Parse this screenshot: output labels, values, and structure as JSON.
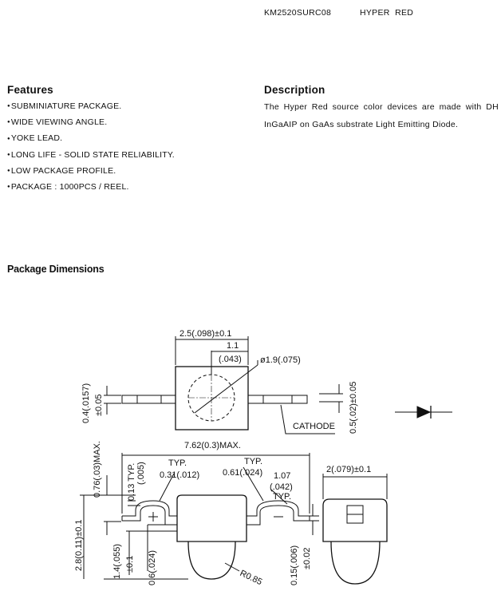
{
  "header": {
    "part_number": "KM2520SURC08",
    "color": "HYPER  RED"
  },
  "features": {
    "title": "Features",
    "items": [
      "SUBMINIATURE PACKAGE.",
      "WIDE VIEWING ANGLE.",
      "YOKE LEAD.",
      "LONG LIFE - SOLID STATE RELIABILITY.",
      "LOW PACKAGE PROFILE.",
      "PACKAGE : 1000PCS / REEL."
    ]
  },
  "description": {
    "title": "Description",
    "text": "The Hyper Red source color devices are made with DH  InGaAIP on GaAs substrate Light Emitting Diode."
  },
  "package_dimensions": {
    "title": "Package Dimensions",
    "labels": {
      "top_width": "2.5(.098)±0.1",
      "dim_1_1": "1.1",
      "dim_043": "(.043)",
      "dia": "ø1.9(.075)",
      "left_04": "0.4(.0157)",
      "left_tol": "±0.05",
      "right_05": "0.5(.02)±0.05",
      "right_tol": "±0.05",
      "cathode": "CATHODE",
      "total_len": "7.62(0.3)MAX.",
      "typ1": "TYP.",
      "dim_031": "0.31(.012)",
      "typ2": "TYP.",
      "dim_061": "0.61(.024)",
      "dim_107": "1.07",
      "dim_042": "(.042)",
      "typ3": "TYP.",
      "left_076": "0.76(.03)MAX.",
      "left_013": "0.13  TYP.",
      "left_005": "(.005)",
      "left_28": "2.8(0.11)±0.1",
      "left_14": "1.4(.055)",
      "left_14_tol": "±0.1",
      "left_06": "0.6(.024)",
      "r085": "R0.85",
      "right_015": "0.15(.006)",
      "right_015_tol": "±0.02",
      "side_2": "2(.079)±0.1"
    }
  }
}
